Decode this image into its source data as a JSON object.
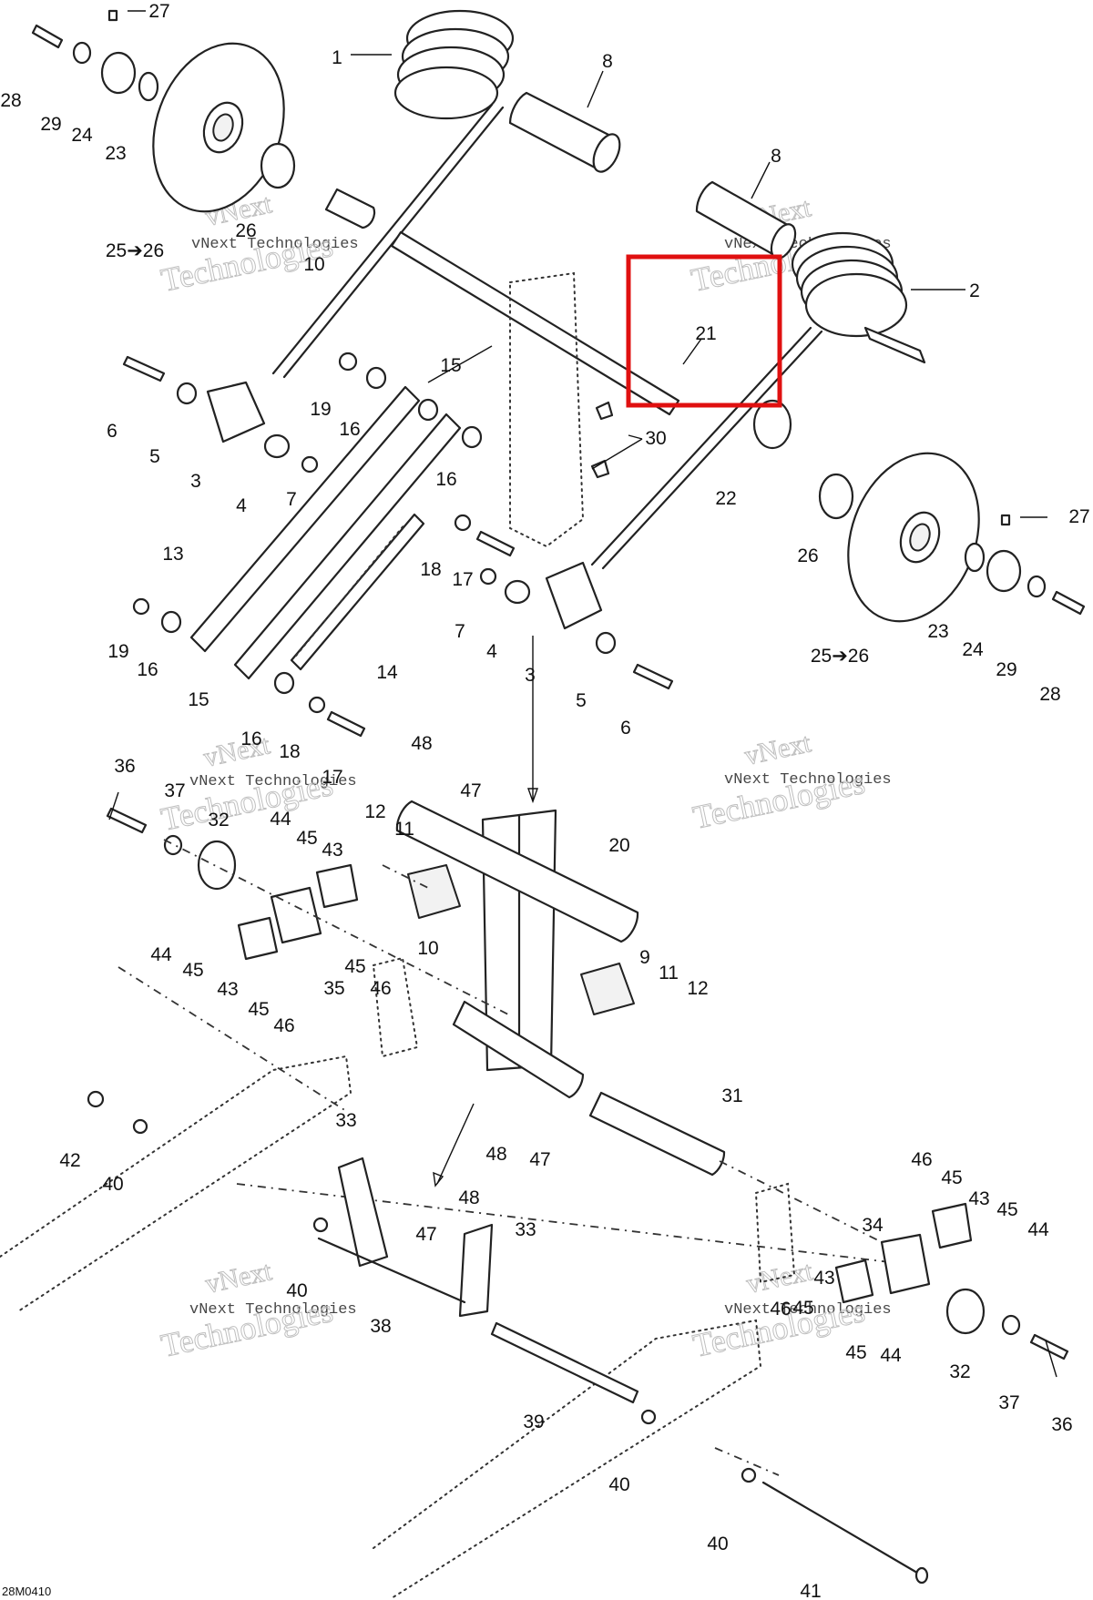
{
  "diagram": {
    "reference_code": "28M0410",
    "watermark": {
      "line1": "vNext",
      "line2": "vNext Technologies",
      "line3": "Technologies"
    },
    "highlight": {
      "label": "21",
      "color": "#e01010"
    },
    "callouts": [
      {
        "id": "c1",
        "text": "1"
      },
      {
        "id": "c2",
        "text": "2"
      },
      {
        "id": "c3a",
        "text": "3"
      },
      {
        "id": "c3b",
        "text": "3"
      },
      {
        "id": "c4a",
        "text": "4"
      },
      {
        "id": "c4b",
        "text": "4"
      },
      {
        "id": "c5a",
        "text": "5"
      },
      {
        "id": "c5b",
        "text": "5"
      },
      {
        "id": "c6a",
        "text": "6"
      },
      {
        "id": "c6b",
        "text": "6"
      },
      {
        "id": "c7a",
        "text": "7"
      },
      {
        "id": "c7b",
        "text": "7"
      },
      {
        "id": "c8a",
        "text": "8"
      },
      {
        "id": "c8b",
        "text": "8"
      },
      {
        "id": "c9",
        "text": "9"
      },
      {
        "id": "c10a",
        "text": "10"
      },
      {
        "id": "c10b",
        "text": "10"
      },
      {
        "id": "c11a",
        "text": "11"
      },
      {
        "id": "c11b",
        "text": "11"
      },
      {
        "id": "c12a",
        "text": "12"
      },
      {
        "id": "c12b",
        "text": "12"
      },
      {
        "id": "c13",
        "text": "13"
      },
      {
        "id": "c14",
        "text": "14"
      },
      {
        "id": "c15a",
        "text": "15"
      },
      {
        "id": "c15b",
        "text": "15"
      },
      {
        "id": "c16a",
        "text": "16"
      },
      {
        "id": "c16b",
        "text": "16"
      },
      {
        "id": "c16c",
        "text": "16"
      },
      {
        "id": "c16d",
        "text": "16"
      },
      {
        "id": "c17a",
        "text": "17"
      },
      {
        "id": "c17b",
        "text": "17"
      },
      {
        "id": "c18a",
        "text": "18"
      },
      {
        "id": "c18b",
        "text": "18"
      },
      {
        "id": "c19a",
        "text": "19"
      },
      {
        "id": "c19b",
        "text": "19"
      },
      {
        "id": "c20",
        "text": "20"
      },
      {
        "id": "c21",
        "text": "21"
      },
      {
        "id": "c22",
        "text": "22"
      },
      {
        "id": "c23a",
        "text": "23"
      },
      {
        "id": "c23b",
        "text": "23"
      },
      {
        "id": "c24a",
        "text": "24"
      },
      {
        "id": "c24b",
        "text": "24"
      },
      {
        "id": "c25a",
        "text": "25➔26"
      },
      {
        "id": "c25b",
        "text": "25➔26"
      },
      {
        "id": "c26a",
        "text": "26"
      },
      {
        "id": "c26b",
        "text": "26"
      },
      {
        "id": "c27a",
        "text": "27"
      },
      {
        "id": "c27b",
        "text": "27"
      },
      {
        "id": "c28a",
        "text": "28"
      },
      {
        "id": "c28b",
        "text": "28"
      },
      {
        "id": "c29a",
        "text": "29"
      },
      {
        "id": "c29b",
        "text": "29"
      },
      {
        "id": "c30",
        "text": "30"
      },
      {
        "id": "c31",
        "text": "31"
      },
      {
        "id": "c32a",
        "text": "32"
      },
      {
        "id": "c32b",
        "text": "32"
      },
      {
        "id": "c33a",
        "text": "33"
      },
      {
        "id": "c33b",
        "text": "33"
      },
      {
        "id": "c34",
        "text": "34"
      },
      {
        "id": "c35",
        "text": "35"
      },
      {
        "id": "c36a",
        "text": "36"
      },
      {
        "id": "c36b",
        "text": "36"
      },
      {
        "id": "c37a",
        "text": "37"
      },
      {
        "id": "c37b",
        "text": "37"
      },
      {
        "id": "c38",
        "text": "38"
      },
      {
        "id": "c39",
        "text": "39"
      },
      {
        "id": "c40a",
        "text": "40"
      },
      {
        "id": "c40b",
        "text": "40"
      },
      {
        "id": "c40c",
        "text": "40"
      },
      {
        "id": "c40d",
        "text": "40"
      },
      {
        "id": "c41",
        "text": "41"
      },
      {
        "id": "c42",
        "text": "42"
      },
      {
        "id": "c43a",
        "text": "43"
      },
      {
        "id": "c43b",
        "text": "43"
      },
      {
        "id": "c43c",
        "text": "43"
      },
      {
        "id": "c43d",
        "text": "43"
      },
      {
        "id": "c44a",
        "text": "44"
      },
      {
        "id": "c44b",
        "text": "44"
      },
      {
        "id": "c44c",
        "text": "44"
      },
      {
        "id": "c44d",
        "text": "44"
      },
      {
        "id": "c45a",
        "text": "45"
      },
      {
        "id": "c45b",
        "text": "45"
      },
      {
        "id": "c45c",
        "text": "45"
      },
      {
        "id": "c45d",
        "text": "45"
      },
      {
        "id": "c45e",
        "text": "45"
      },
      {
        "id": "c45f",
        "text": "45"
      },
      {
        "id": "c45g",
        "text": "45"
      },
      {
        "id": "c45h",
        "text": "45"
      },
      {
        "id": "c46a",
        "text": "46"
      },
      {
        "id": "c46b",
        "text": "46"
      },
      {
        "id": "c46c",
        "text": "46"
      },
      {
        "id": "c46d",
        "text": "46"
      },
      {
        "id": "c47a",
        "text": "47"
      },
      {
        "id": "c47b",
        "text": "47"
      },
      {
        "id": "c47c",
        "text": "47"
      },
      {
        "id": "c48a",
        "text": "48"
      },
      {
        "id": "c48b",
        "text": "48"
      },
      {
        "id": "c48c",
        "text": "48"
      }
    ]
  }
}
